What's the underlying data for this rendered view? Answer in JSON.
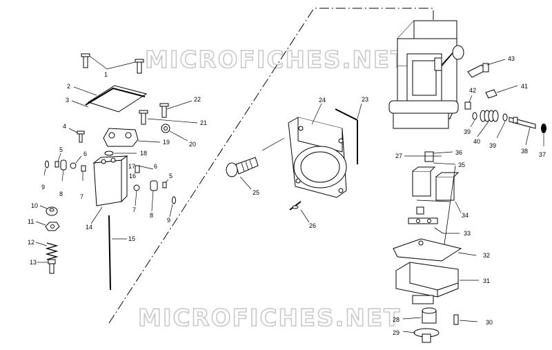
{
  "watermarks": [
    "MICROFICHES.NET",
    "MICROFICHES.NET"
  ],
  "callouts": [
    "1",
    "2",
    "3",
    "4",
    "5",
    "6",
    "7",
    "8",
    "9",
    "10",
    "11",
    "12",
    "13",
    "14",
    "15",
    "16",
    "17",
    "18",
    "19",
    "20",
    "21",
    "22",
    "23",
    "24",
    "25",
    "26",
    "27",
    "28",
    "29",
    "30",
    "31",
    "32",
    "33",
    "34",
    "35",
    "36",
    "37",
    "38",
    "39",
    "40",
    "41",
    "42",
    "43",
    "5",
    "6",
    "7",
    "8",
    "9",
    "39"
  ]
}
